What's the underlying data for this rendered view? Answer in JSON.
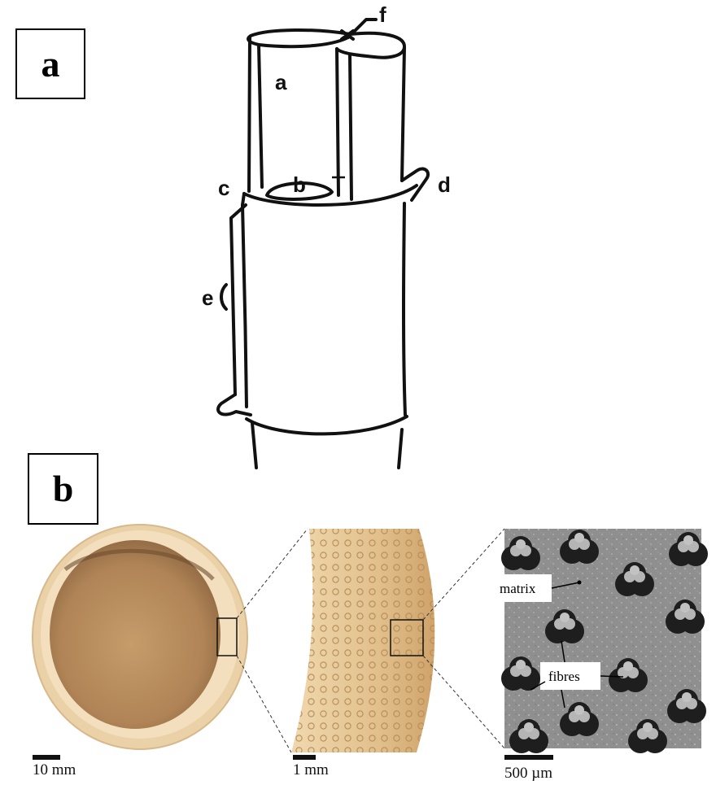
{
  "panels": {
    "a": {
      "label": "a"
    },
    "b": {
      "label": "b"
    }
  },
  "sketch": {
    "part_labels": [
      "a",
      "b",
      "c",
      "d",
      "e",
      "f"
    ]
  },
  "micrographs": {
    "scale_bars": [
      "10 mm",
      "1 mm",
      "500 µm"
    ],
    "annotations": {
      "matrix": "matrix",
      "fibres": "fibres"
    }
  },
  "colors": {
    "outer_wall": "#efd7b0",
    "inner_cavity": "#b88d5c",
    "strip": "#e3c28e",
    "micro_bg": "#8e8e8e",
    "fibre_dark": "#1e1e1e",
    "fibre_light": "#b5b5b5"
  }
}
